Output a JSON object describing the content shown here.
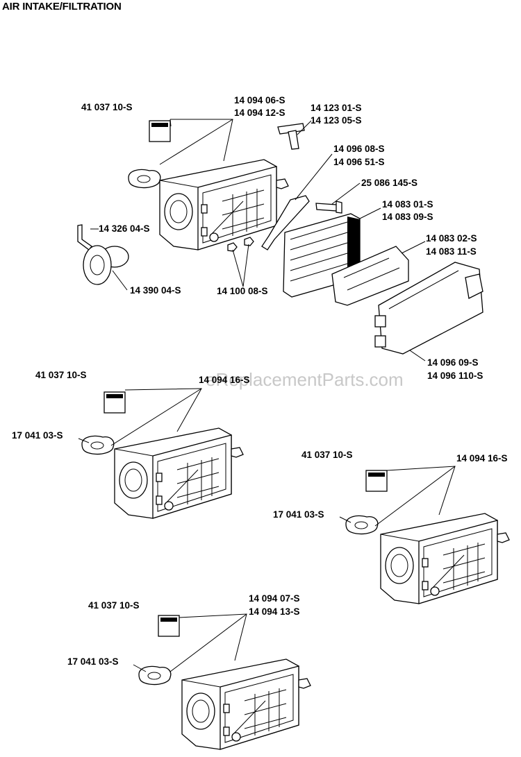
{
  "title": "AIR INTAKE/FILTRATION",
  "watermark": "eReplacementParts.com",
  "labels": [
    {
      "id": "l1",
      "text": "41 037 10-S"
    },
    {
      "id": "l2",
      "text": "14 094 06-S"
    },
    {
      "id": "l3",
      "text": "14 094 12-S"
    },
    {
      "id": "l4",
      "text": "14 123 01-S"
    },
    {
      "id": "l5",
      "text": "14 123 05-S"
    },
    {
      "id": "l6",
      "text": "14 096 08-S"
    },
    {
      "id": "l7",
      "text": "14 096 51-S"
    },
    {
      "id": "l8",
      "text": "25 086 145-S"
    },
    {
      "id": "l9",
      "text": "14 083 01-S"
    },
    {
      "id": "l10",
      "text": "14 083 09-S"
    },
    {
      "id": "l11",
      "text": "14 326 04-S"
    },
    {
      "id": "l12",
      "text": "14 083 02-S"
    },
    {
      "id": "l13",
      "text": "14 083 11-S"
    },
    {
      "id": "l14",
      "text": "14 390 04-S"
    },
    {
      "id": "l15",
      "text": "14 100 08-S"
    },
    {
      "id": "l16",
      "text": "14 096 09-S"
    },
    {
      "id": "l17",
      "text": "14 096 110-S"
    },
    {
      "id": "l18",
      "text": "41 037 10-S"
    },
    {
      "id": "l19",
      "text": "14 094 16-S"
    },
    {
      "id": "l20",
      "text": "17 041 03-S"
    },
    {
      "id": "l21",
      "text": "41 037 10-S"
    },
    {
      "id": "l22",
      "text": "14 094 16-S"
    },
    {
      "id": "l23",
      "text": "17 041 03-S"
    },
    {
      "id": "l24",
      "text": "41 037 10-S"
    },
    {
      "id": "l25",
      "text": "14 094 07-S"
    },
    {
      "id": "l26",
      "text": "14 094 13-S"
    },
    {
      "id": "l27",
      "text": "17 041 03-S"
    }
  ]
}
